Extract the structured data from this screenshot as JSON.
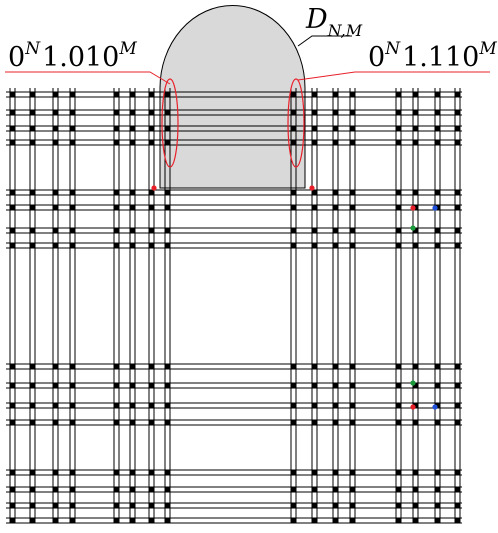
{
  "labels": {
    "domain": {
      "main": "D",
      "sub": "N,M"
    },
    "left_point": {
      "base": "0",
      "sup1": "N",
      "mid": "1.010",
      "sup2": "M"
    },
    "right_point": {
      "base": "0",
      "sup1": "N",
      "mid": "1.110",
      "sup2": "M"
    }
  },
  "colors": {
    "grid_line": "#000000",
    "node": "#000000",
    "domain_fill": "#d9d9d9",
    "domain_stroke": "#000000",
    "highlight": "#e8202a",
    "marker_red": "#e8202a",
    "marker_green": "#1a9a3a",
    "marker_blue": "#2050d8"
  },
  "grid": {
    "column_groups": 10,
    "row_groups": 7,
    "lines_per_group": 2
  }
}
